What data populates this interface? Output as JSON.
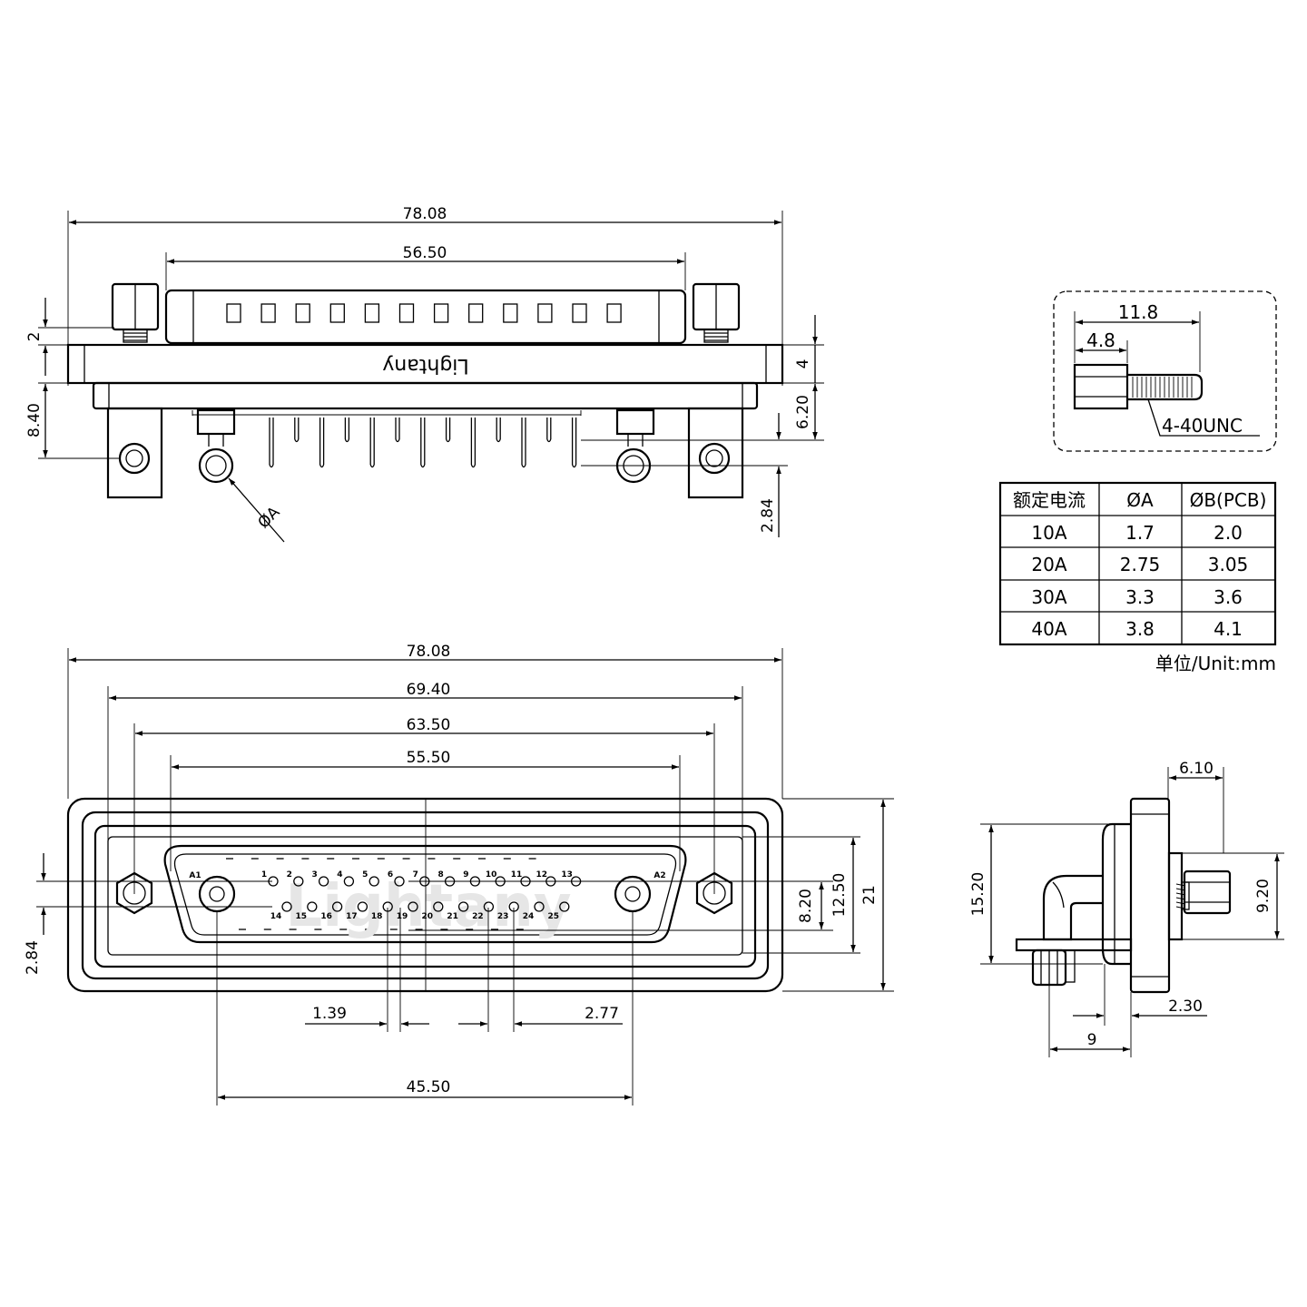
{
  "top_view": {
    "width_overall": "78.08",
    "width_shell": "56.50",
    "dim_left_small": "2",
    "dim_left_large": "8.40",
    "dim_right_flange": "4",
    "dim_right_pins": "6.20",
    "dim_right_pitch": "2.84",
    "brand": "Lightany",
    "phi_a": "ØA"
  },
  "front_view": {
    "width_overall": "78.08",
    "width_mount": "69.40",
    "width_shell": "63.50",
    "width_inner": "55.50",
    "dim_right_inner": "8.20",
    "dim_right_shell": "12.50",
    "dim_right_total": "21",
    "dim_left_pitch": "2.84",
    "dim_pitch_a": "1.39",
    "dim_pitch_b": "2.77",
    "dim_coax_span": "45.50",
    "label_a1": "A1",
    "label_a2": "A2",
    "pins_row1": [
      "1",
      "2",
      "3",
      "4",
      "5",
      "6",
      "7",
      "8",
      "9",
      "10",
      "11",
      "12",
      "13"
    ],
    "pins_row2": [
      "14",
      "15",
      "16",
      "17",
      "18",
      "19",
      "20",
      "21",
      "22",
      "23",
      "24",
      "25"
    ],
    "watermark": "Lightany"
  },
  "screw_detail": {
    "length": "11.8",
    "head": "4.8",
    "thread": "4-40UNC"
  },
  "side_view": {
    "top_width": "6.10",
    "height_left": "15.20",
    "height_right": "9.20",
    "bottom_small": "2.30",
    "bottom_large": "9"
  },
  "current_table": {
    "headers": [
      "额定电流",
      "ØA",
      "ØB(PCB)"
    ],
    "rows": [
      [
        "10A",
        "1.7",
        "2.0"
      ],
      [
        "20A",
        "2.75",
        "3.05"
      ],
      [
        "30A",
        "3.3",
        "3.6"
      ],
      [
        "40A",
        "3.8",
        "4.1"
      ]
    ],
    "unit_note": "单位/Unit:mm"
  }
}
